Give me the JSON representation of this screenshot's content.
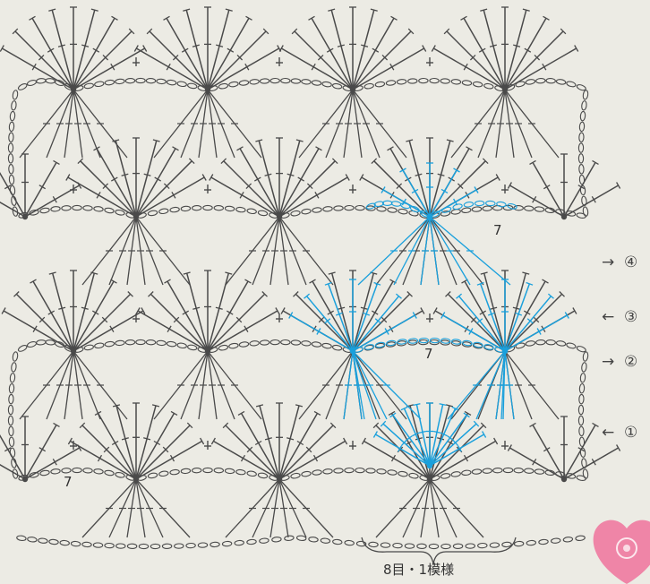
{
  "diagram": {
    "kind": "crochet stitch chart",
    "colors": {
      "background": "#ecebe4",
      "stitch": "#4a4a4a",
      "highlight": "#1aa0dc",
      "heart": "#f07aa0"
    }
  },
  "labels": {
    "chain_count": "7",
    "repeat_note": "8目・1模様"
  },
  "row_markers": [
    {
      "arrow": "→",
      "num": "④"
    },
    {
      "arrow": "←",
      "num": "③"
    },
    {
      "arrow": "→",
      "num": "②"
    },
    {
      "arrow": "←",
      "num": "①"
    }
  ]
}
